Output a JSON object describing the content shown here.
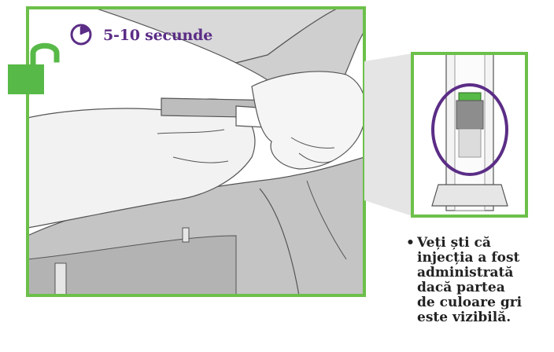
{
  "timer": {
    "label": "5-10 secunde",
    "icon": "clock-icon"
  },
  "note": {
    "bullet": "•",
    "lines": [
      "Veți ști că",
      "injecția a fost",
      "administrată",
      "dacă partea",
      "de culoare gri",
      "este vizibilă."
    ]
  },
  "colors": {
    "frame_green": "#6cc04a",
    "lock_green": "#57b947",
    "accent_purple": "#5b2d86",
    "outline": "#555555",
    "gray_fill": "#dcdcdc",
    "dark_gray": "#8d8d8d",
    "band_green": "#4fa63a"
  },
  "icons": [
    "unlocked-padlock-icon",
    "clock-icon"
  ]
}
